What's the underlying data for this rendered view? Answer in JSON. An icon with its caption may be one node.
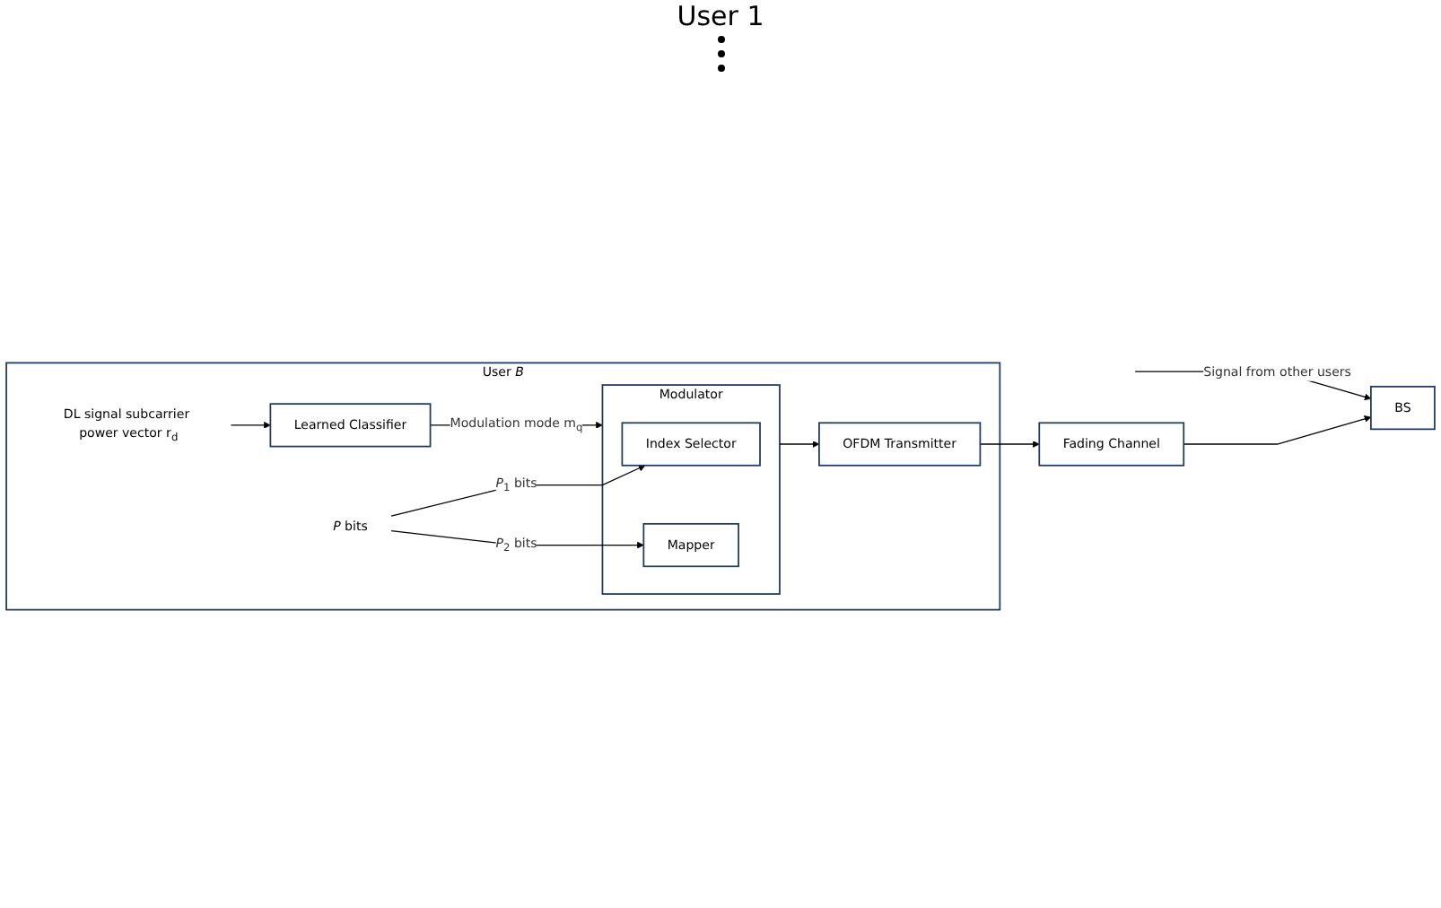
{
  "diagram": {
    "nodes": [
      {
        "text": [
          "User *B*"
        ]
      },
      {
        "text": [
          "*P* bits"
        ],
        "in": 0
      },
      {
        "text": [
          "Modulator"
        ],
        "in": 0
      },
      {
        "text": [
          "Index Selector"
        ],
        "in": 2
      },
      {
        "text": [
          "Mapper"
        ],
        "in": 2
      },
      {
        "text": [
          "OFDM Transmitter"
        ],
        "in": 0
      },
      {
        "text": [
          "Learned Classifier"
        ],
        "in": 0
      },
      {
        "text": [
          "DL signal subcarrier power vector r$_{d}$"
        ],
        "in": 0
      },
      {
        "text": [
          "Fading Channel"
        ]
      },
      {
        "text": [
          "BS"
        ]
      }
    ],
    "edges": [
      {
        "from": 1,
        "to": 3,
        "arrow": "to",
        "label": "*P*$_{1}$ bits"
      },
      {
        "from": 1,
        "to": 4,
        "arrow": "to",
        "label": "*P*$_{2}$ bits"
      },
      {
        "from": 2,
        "to": 5,
        "arrow": "to"
      },
      {
        "from": 5,
        "to": 8,
        "arrow": "to"
      },
      {
        "from": 8,
        "to": 9,
        "arrow": "to"
      },
      {
        "from": 6,
        "to": 2,
        "arrow": "to",
        "label": "Modulation mode m$_{q}$"
      },
      {
        "from": 7,
        "to": 6,
        "arrow": "to"
      },
      {
        "from": null,
        "to": 9,
        "arrow": "to",
        "label": "Signal from other users"
      }
    ],
    "labels": [
      "User 1"
    ]
  }
}
